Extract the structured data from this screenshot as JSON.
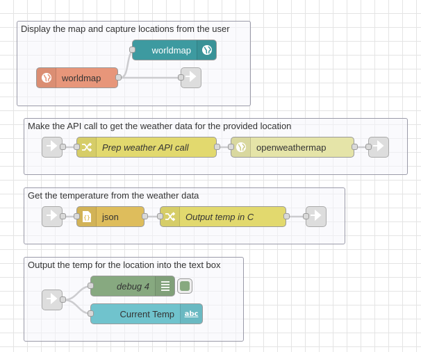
{
  "colors": {
    "worldmap_in": "#e7967a",
    "worldmap_out": "#3d9aa0",
    "change": "#e2d96e",
    "openweathermap": "#e5e4a8",
    "json": "#debd5c",
    "debug": "#87a980",
    "ui_text": "#70c3cd",
    "link": "#dddddd"
  },
  "groups": [
    {
      "label": "Display the map and capture locations from the user"
    },
    {
      "label": "Make the API call to get the weather data for the provided location"
    },
    {
      "label": "Get the temperature from the weather data"
    },
    {
      "label": "Output the temp for the location into the text box"
    }
  ],
  "nodes": {
    "worldmap_out": {
      "label": "worldmap",
      "icon": "globe-icon"
    },
    "worldmap_in": {
      "label": "worldmap",
      "icon": "globe-icon"
    },
    "prep_weather": {
      "label": "Prep weather API call",
      "icon": "shuffle-icon"
    },
    "openweathermap": {
      "label": "openweathermap",
      "icon": "weather-icon"
    },
    "json": {
      "label": "json",
      "icon": "json-icon"
    },
    "output_temp": {
      "label": "Output temp in C",
      "icon": "shuffle-icon"
    },
    "debug4": {
      "label": "debug 4",
      "icon": "list-icon"
    },
    "current_temp": {
      "label": "Current Temp",
      "icon": "abc-icon",
      "icon_text": "abc"
    }
  }
}
